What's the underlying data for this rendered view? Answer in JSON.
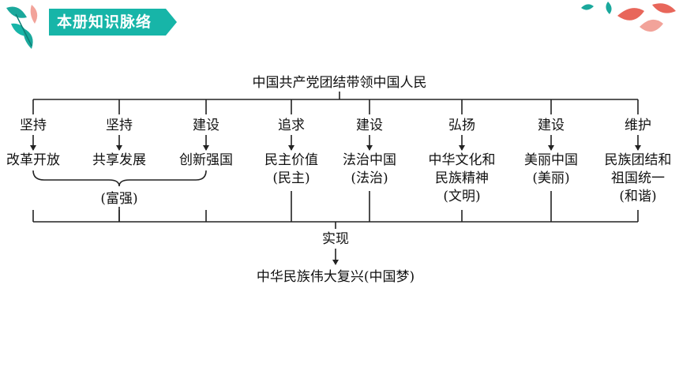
{
  "header": {
    "title": "本册知识脉络"
  },
  "diagram": {
    "top": "中国共产党团结带领中国人民",
    "columns": [
      {
        "verb": "坚持",
        "goal": [
          "改革开放"
        ]
      },
      {
        "verb": "坚持",
        "goal": [
          "共享发展"
        ]
      },
      {
        "verb": "建设",
        "goal": [
          "创新强国"
        ]
      },
      {
        "verb": "追求",
        "goal": [
          "民主价值",
          "(民主)"
        ]
      },
      {
        "verb": "建设",
        "goal": [
          "法治中国",
          "(法治)"
        ]
      },
      {
        "verb": "弘扬",
        "goal": [
          "中华文化和",
          "民族精神",
          "(文明)"
        ]
      },
      {
        "verb": "建设",
        "goal": [
          "美丽中国",
          "(美丽)"
        ]
      },
      {
        "verb": "维护",
        "goal": [
          "民族团结和",
          "祖国统一",
          "(和谐)"
        ]
      }
    ],
    "brace_label": "(富强)",
    "realize": "实现",
    "bottom": "中华民族伟大复兴(中国梦)"
  },
  "colors": {
    "tag": "#17b5a8",
    "line": "#222222",
    "leaf_teal": "#1aa89c",
    "leaf_coral": "#e8665a",
    "leaf_pink": "#f2a39a"
  }
}
